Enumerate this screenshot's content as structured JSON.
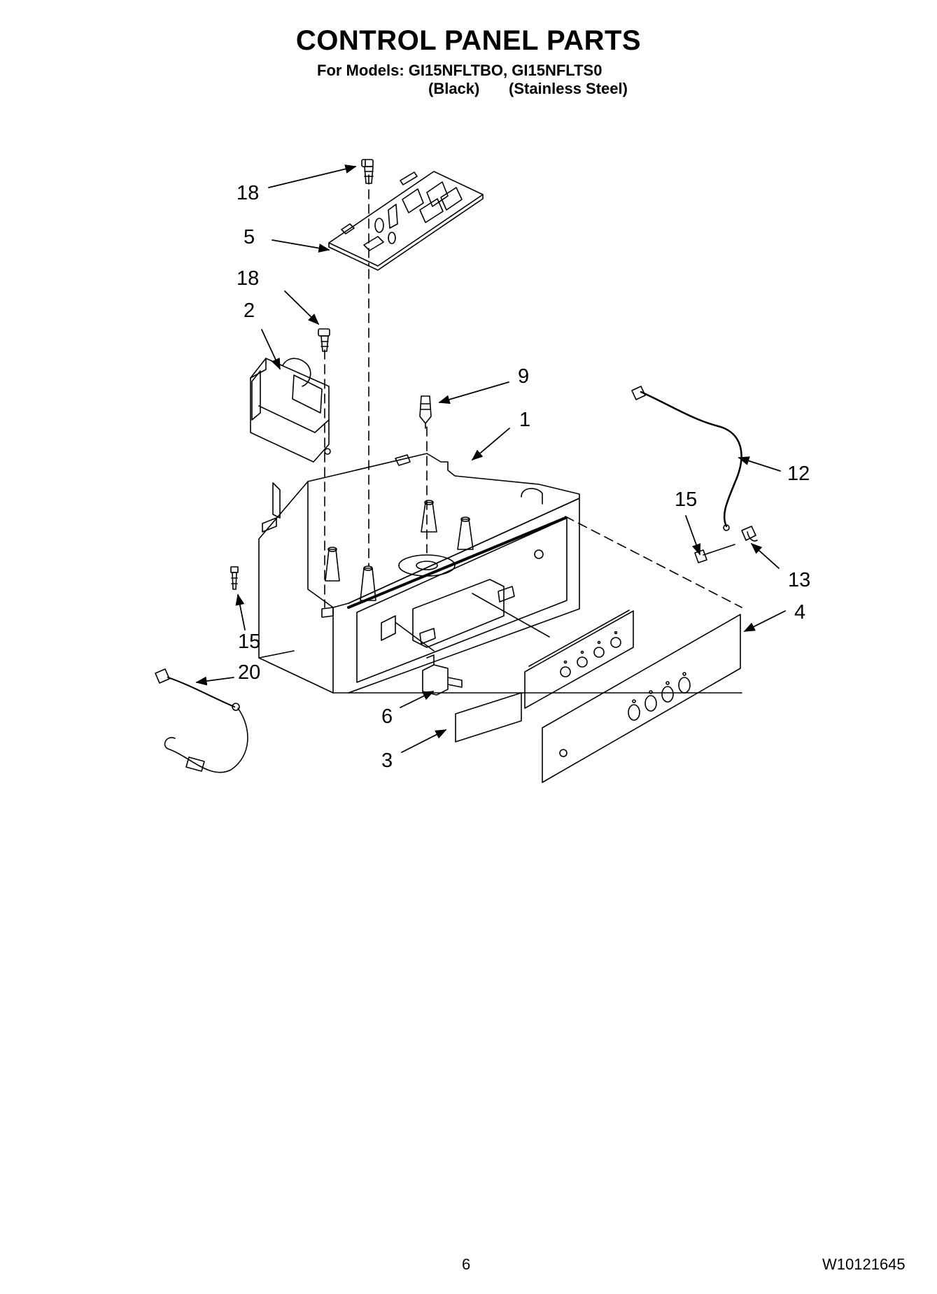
{
  "header": {
    "title": "CONTROL PANEL PARTS",
    "models_line": "For Models: GI15NFLTBO, GI15NFLTS0",
    "variant_black": "(Black)",
    "variant_stainless": "(Stainless Steel)"
  },
  "callouts": {
    "c18a": "18",
    "c5": "5",
    "c18b": "18",
    "c2": "2",
    "c9": "9",
    "c1": "1",
    "c12": "12",
    "c15a": "15",
    "c13": "13",
    "c4": "4",
    "c15b": "15",
    "c20": "20",
    "c6": "6",
    "c3": "3"
  },
  "footer": {
    "page_number": "6",
    "document_number": "W10121645"
  }
}
